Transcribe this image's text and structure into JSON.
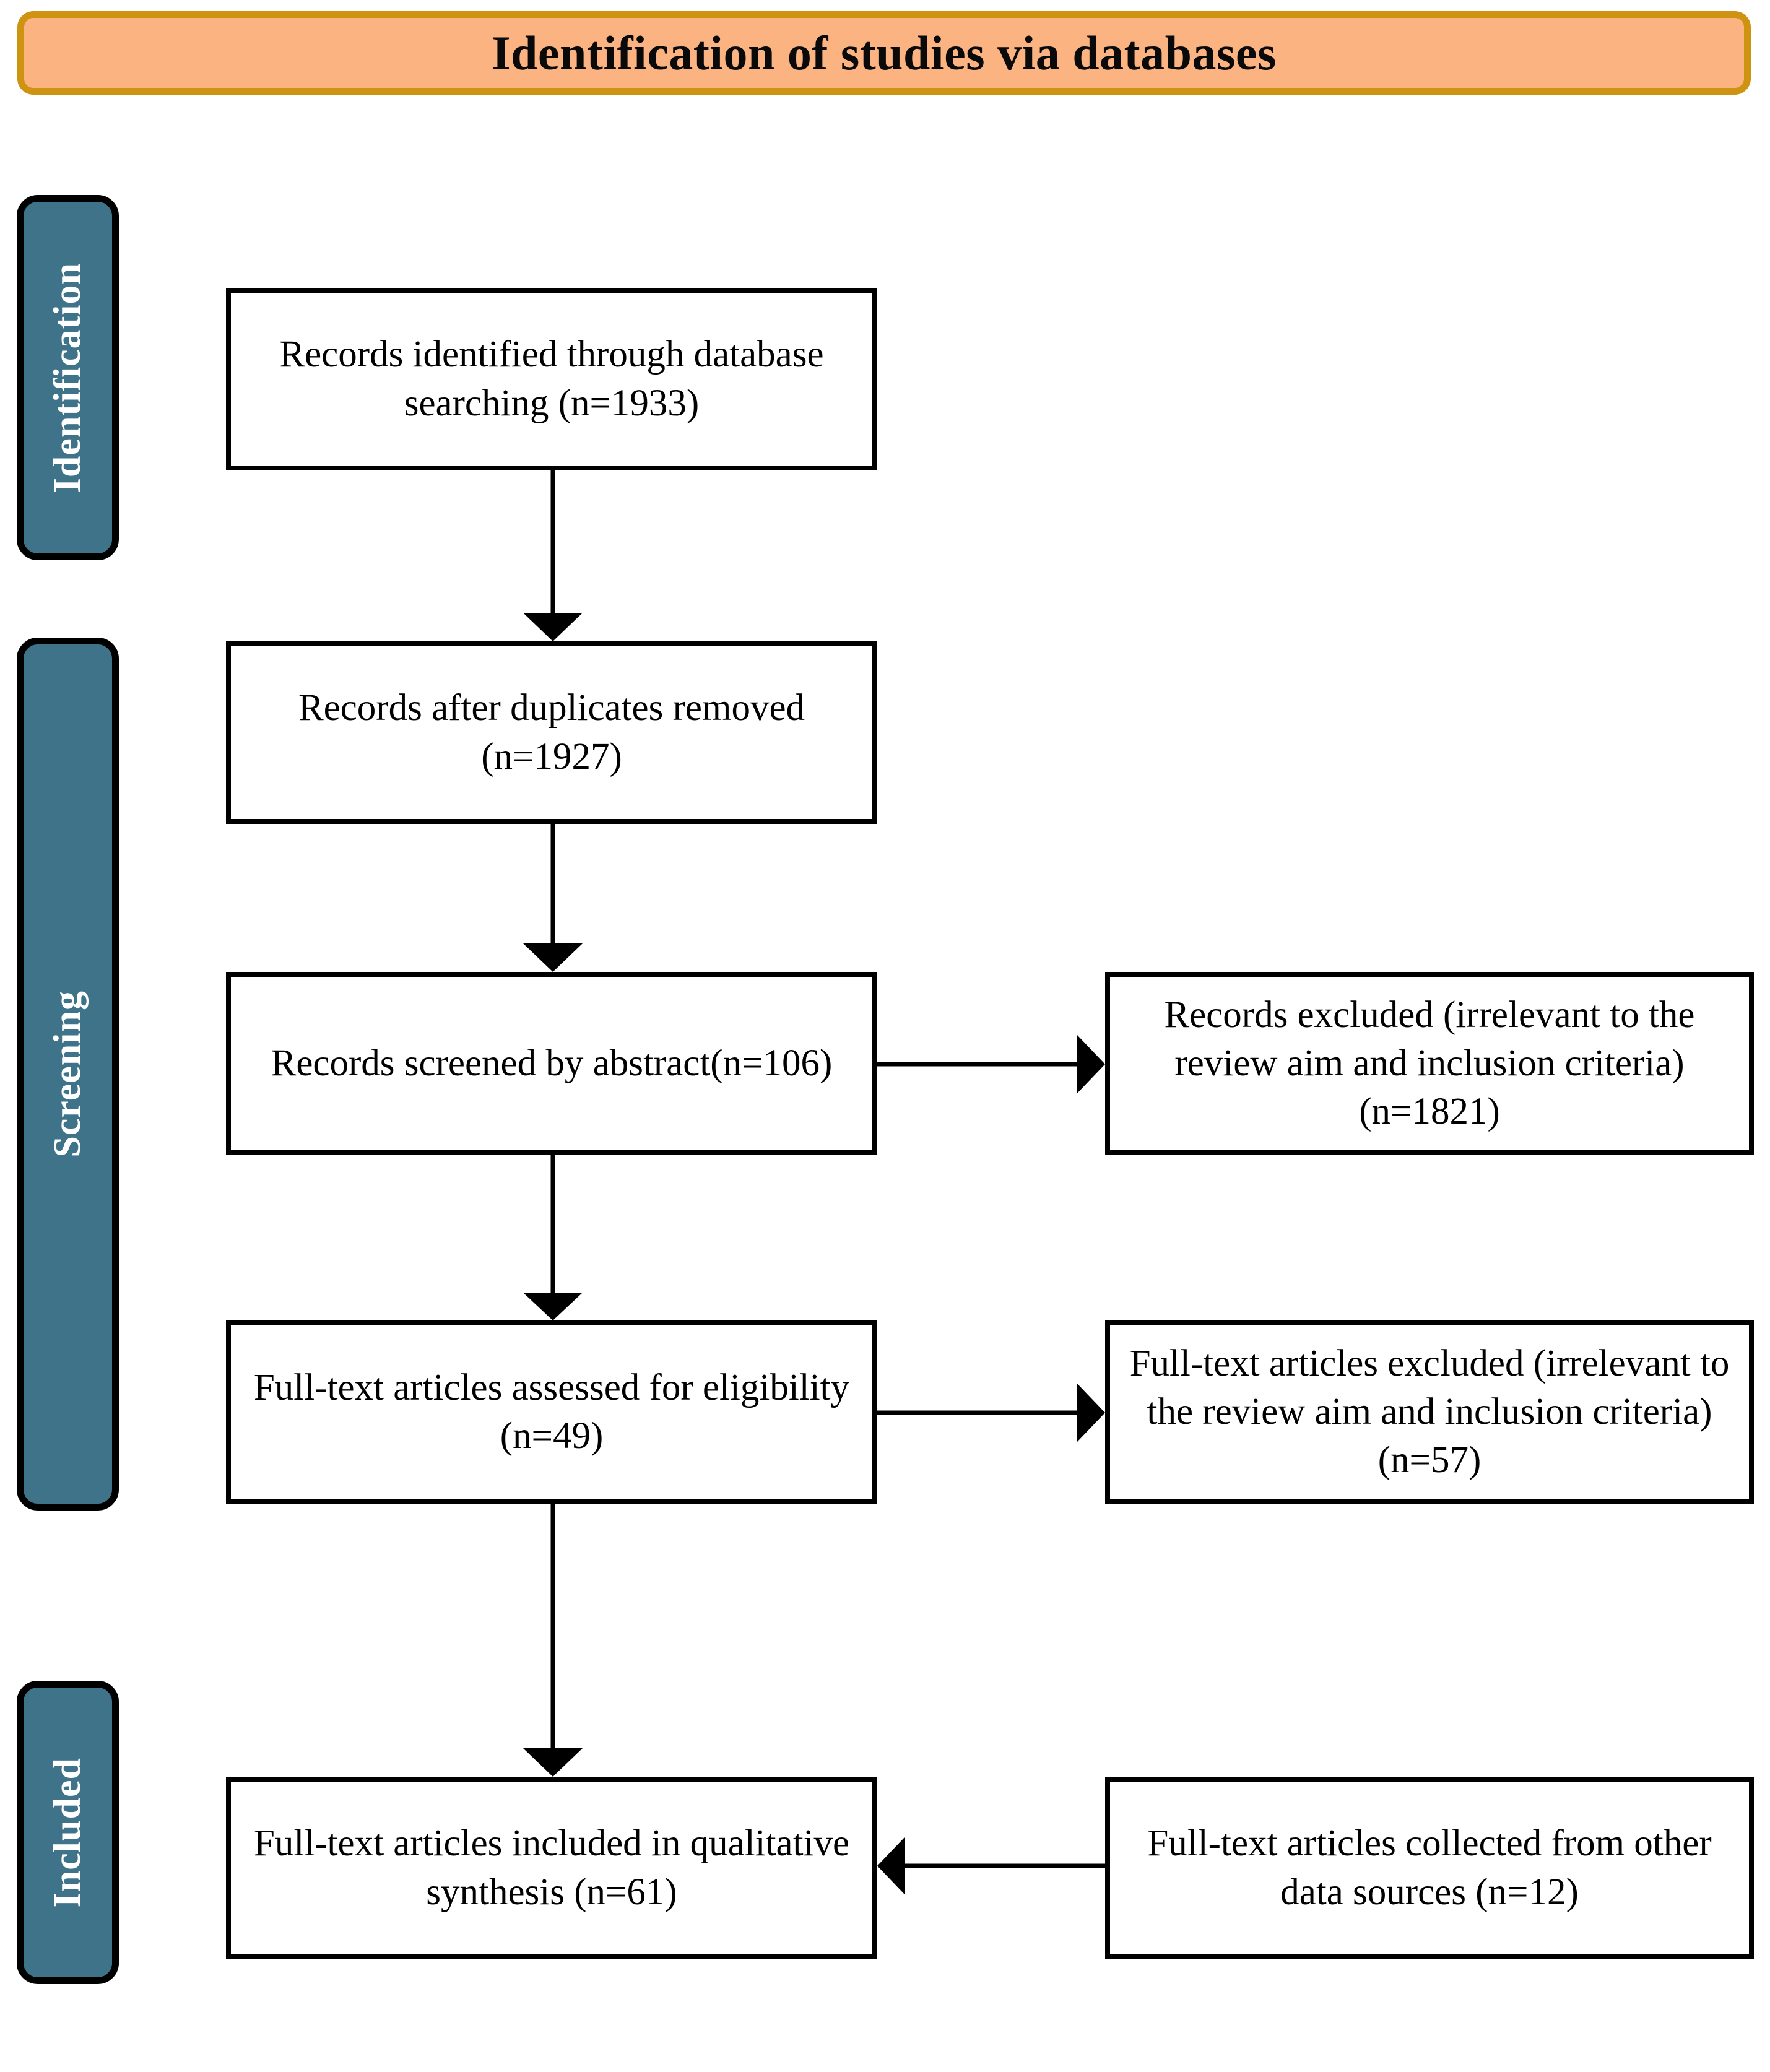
{
  "header": {
    "title": "Identification of studies via databases",
    "fill_color": "#fcb382",
    "border_color": "#cf9312"
  },
  "stages": [
    {
      "id": "identification",
      "label": "Identification",
      "fill_color": "#3e7389",
      "text_color": "#ffffff"
    },
    {
      "id": "screening",
      "label": "Screening",
      "fill_color": "#3e7389",
      "text_color": "#ffffff"
    },
    {
      "id": "included",
      "label": "Included",
      "fill_color": "#3e7389",
      "text_color": "#ffffff"
    }
  ],
  "flow": {
    "identified": {
      "text": "Records identified through database searching (n=1933)",
      "count": 1933
    },
    "dedup": {
      "text": "Records after duplicates removed (n=1927)",
      "count": 1927
    },
    "screened": {
      "text": "Records screened by abstract(n=106)",
      "count": 106
    },
    "fulltext": {
      "text": "Full-text articles assessed for eligibility (n=49)",
      "count": 49
    },
    "included": {
      "text": "Full-text articles included in qualitative synthesis (n=61)",
      "count": 61
    },
    "excluded_records": {
      "text": "Records excluded (irrelevant to the review aim and inclusion criteria) (n=1821)",
      "count": 1821
    },
    "excluded_fulltext": {
      "text": "Full-text articles excluded (irrelevant to the review aim and inclusion criteria) (n=57)",
      "count": 57
    },
    "other_sources": {
      "text": "Full-text articles collected from other data sources (n=12)",
      "count": 12
    }
  },
  "chart_data": {
    "type": "diagram",
    "title": "Identification of studies via databases",
    "diagram_kind": "PRISMA flow diagram",
    "nodes": [
      {
        "id": "identified",
        "stage": "Identification",
        "column": "left",
        "label": "Records identified through database searching",
        "n": 1933
      },
      {
        "id": "dedup",
        "stage": "Screening",
        "column": "left",
        "label": "Records after duplicates removed",
        "n": 1927
      },
      {
        "id": "screened",
        "stage": "Screening",
        "column": "left",
        "label": "Records screened by abstract",
        "n": 106
      },
      {
        "id": "excluded_records",
        "stage": "Screening",
        "column": "right",
        "label": "Records excluded (irrelevant to the review aim and inclusion criteria)",
        "n": 1821
      },
      {
        "id": "fulltext",
        "stage": "Screening",
        "column": "left",
        "label": "Full-text articles assessed for eligibility",
        "n": 49
      },
      {
        "id": "excluded_fulltext",
        "stage": "Screening",
        "column": "right",
        "label": "Full-text articles excluded (irrelevant to the review aim and inclusion criteria)",
        "n": 57
      },
      {
        "id": "included",
        "stage": "Included",
        "column": "left",
        "label": "Full-text articles included in qualitative synthesis",
        "n": 61
      },
      {
        "id": "other_sources",
        "stage": "Included",
        "column": "right",
        "label": "Full-text articles collected from other data sources",
        "n": 12
      }
    ],
    "edges": [
      {
        "from": "identified",
        "to": "dedup",
        "direction": "down"
      },
      {
        "from": "dedup",
        "to": "screened",
        "direction": "down"
      },
      {
        "from": "screened",
        "to": "excluded_records",
        "direction": "right"
      },
      {
        "from": "screened",
        "to": "fulltext",
        "direction": "down"
      },
      {
        "from": "fulltext",
        "to": "excluded_fulltext",
        "direction": "right"
      },
      {
        "from": "fulltext",
        "to": "included",
        "direction": "down"
      },
      {
        "from": "other_sources",
        "to": "included",
        "direction": "left"
      }
    ]
  }
}
